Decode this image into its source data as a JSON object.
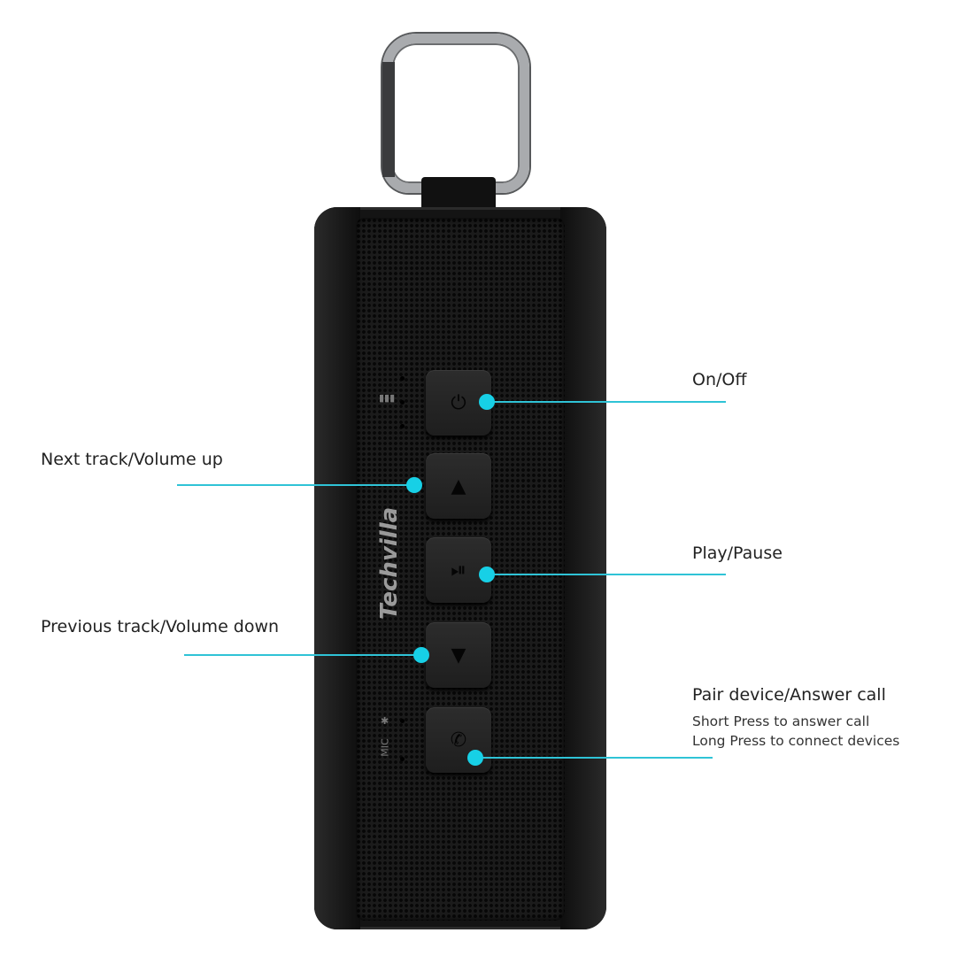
{
  "product": {
    "brand_logo": "Techvilla",
    "mic_label": "MIC"
  },
  "buttons": [
    {
      "name": "power",
      "icon": "power-icon",
      "glyph": "⏻"
    },
    {
      "name": "volume-up",
      "icon": "triangle-up-icon",
      "glyph": "▲"
    },
    {
      "name": "play-pause",
      "icon": "play-pause-icon",
      "glyph": "⏯"
    },
    {
      "name": "volume-down",
      "icon": "triangle-down-icon",
      "glyph": "▼"
    },
    {
      "name": "pair-answer",
      "icon": "bluetooth-phone-icon",
      "glyph": "✆"
    }
  ],
  "callouts": {
    "on_off": "On/Off",
    "next": "Next track/Volume up",
    "play_pause": "Play/Pause",
    "previous": "Previous track/Volume down",
    "pair": "Pair device/Answer call",
    "pair_short": "Short Press to answer call",
    "pair_long": "Long Press to connect devices"
  },
  "colors": {
    "accent": "#17d0e6",
    "line": "#2fc3d6",
    "body": "#141414"
  }
}
